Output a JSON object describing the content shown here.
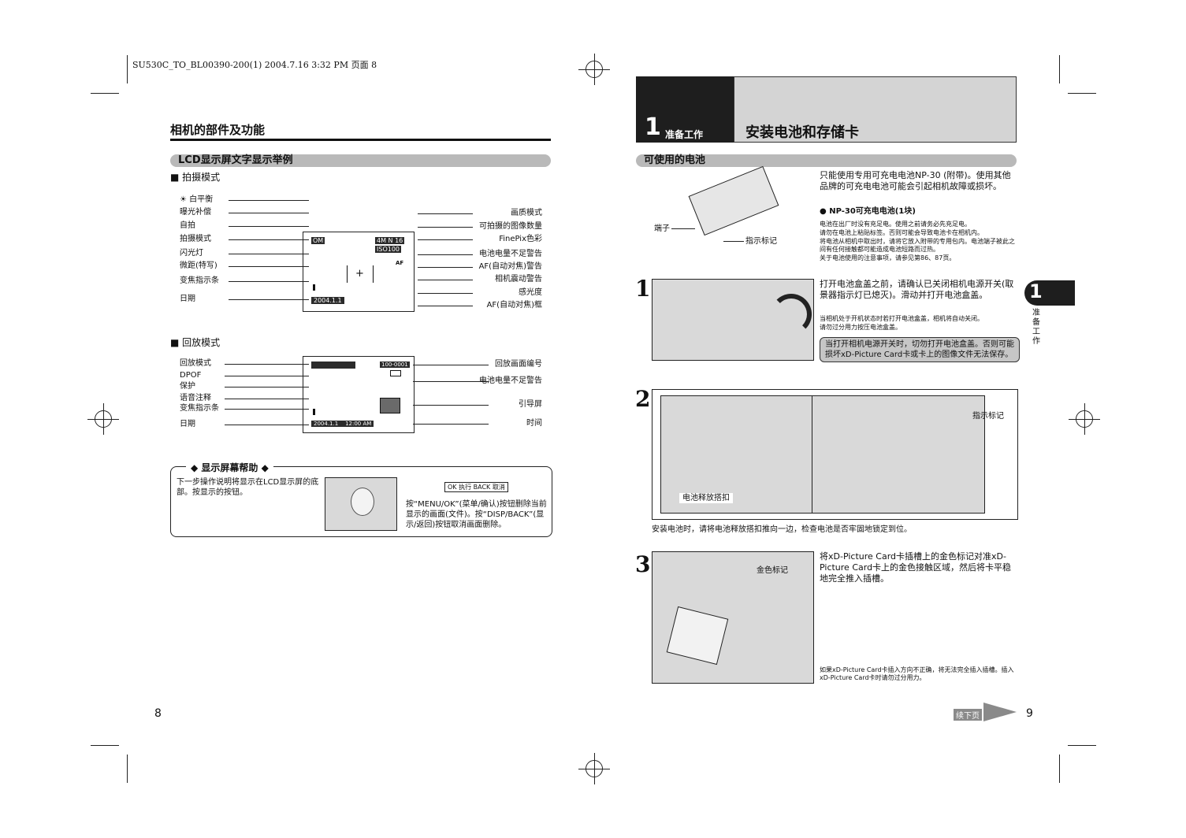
{
  "header": {
    "slug": "SU530C_TO_BL00390-200(1)  2004.7.16  3:32 PM  页面 8"
  },
  "left": {
    "title": "相机的部件及功能",
    "section_pill": "LCD显示屏文字显示举例",
    "shoot_mode_heading": "■ 拍摄模式",
    "shoot_labels_left": [
      "☀ 白平衡",
      "曝光补偿",
      "自拍",
      "拍摄模式",
      "闪光灯",
      "微距(特写)",
      "变焦指示条",
      "日期"
    ],
    "shoot_labels_right": [
      "画质模式",
      "可拍摄的图像数量",
      "FinePix色彩",
      "电池电量不足警告",
      "AF(自动对焦)警告",
      "相机震动警告",
      "感光度",
      "AF(自动对焦)框"
    ],
    "shoot_lcd": {
      "top_left": "OM",
      "top_right": "4M N  16",
      "iso": "ISO100",
      "date": "2004.1.1",
      "af_text": "AF"
    },
    "play_mode_heading": "■ 回放模式",
    "play_labels_left": [
      "回放模式",
      "DPOF",
      "保护",
      "语音注释",
      "变焦指示条",
      "日期"
    ],
    "play_labels_right": [
      "回放画面编号",
      "电池电量不足警告",
      "引导屏",
      "时间"
    ],
    "play_lcd": {
      "frame_no": "100-0001",
      "datetime": "2004.1.1    12:00 AM"
    },
    "help_box": {
      "title": "◆ 显示屏幕帮助 ◆",
      "left_text": "下一步操作说明将显示在LCD显示屏的底部。按显示的按钮。",
      "buttons_text": "OK 执行  BACK 取消",
      "right_text": "按“MENU/OK”(菜单/确认)按钮删除当前显示的画面(文件)。按“DISP/BACK”(显示/返回)按钮取消画面删除。"
    },
    "page_number": "8"
  },
  "right": {
    "chapter_number": "1",
    "chapter_label": "准备工作",
    "title": "安装电池和存储卡",
    "section_pill": "可使用的电池",
    "battery_intro": "只能使用专用可充电电池NP-30 (附带)。使用其他品牌的可充电电池可能会引起相机故障或损坏。",
    "battery_bullet": "● NP-30可充电电池(1块)",
    "battery_notes": [
      "电池在出厂时没有充足电。使用之前请务必先充足电。",
      "请勿在电池上粘贴标签。否则可能会导致电池卡在相机内。",
      "将电池从相机中取出时，请将它放入附带的专用包内。电池端子被此之间有任何接触都可能造成电池短路而过热。",
      "关于电池使用的注意事项，请参见第86、87页。"
    ],
    "battery_label_terminal": "端子",
    "battery_label_mark": "指示标记",
    "step1": {
      "num": "1",
      "text": "打开电池盒盖之前，请确认已关闭相机电源开关(取景器指示灯已熄灭)。滑动并打开电池盒盖。",
      "notes": [
        "当相机处于开机状态时若打开电池盒盖，相机将自动关闭。",
        "请勿过分用力按压电池盒盖。"
      ],
      "warning": "当打开相机电源开关时，切勿打开电池盒盖。否则可能损坏xD-Picture Card卡或卡上的图像文件无法保存。"
    },
    "step2": {
      "num": "2",
      "label_release": "电池释放搭扣",
      "label_mark": "指示标记",
      "caption": "安装电池时，请将电池释放搭扣推向一边，检查电池是否牢固地锁定到位。"
    },
    "step3": {
      "num": "3",
      "label_gold": "金色标记",
      "text": "将xD-Picture Card卡插槽上的金色标记对准xD-Picture Card卡上的金色接触区域，然后将卡平稳地完全推入插槽。",
      "note": "如果xD-Picture Card卡插入方向不正确，将无法完全插入插槽。插入xD-Picture Card卡时请勿过分用力。"
    },
    "side_tab": {
      "num": "1",
      "label": "准备工作"
    },
    "continue_label": "续下页",
    "page_number": "9"
  }
}
